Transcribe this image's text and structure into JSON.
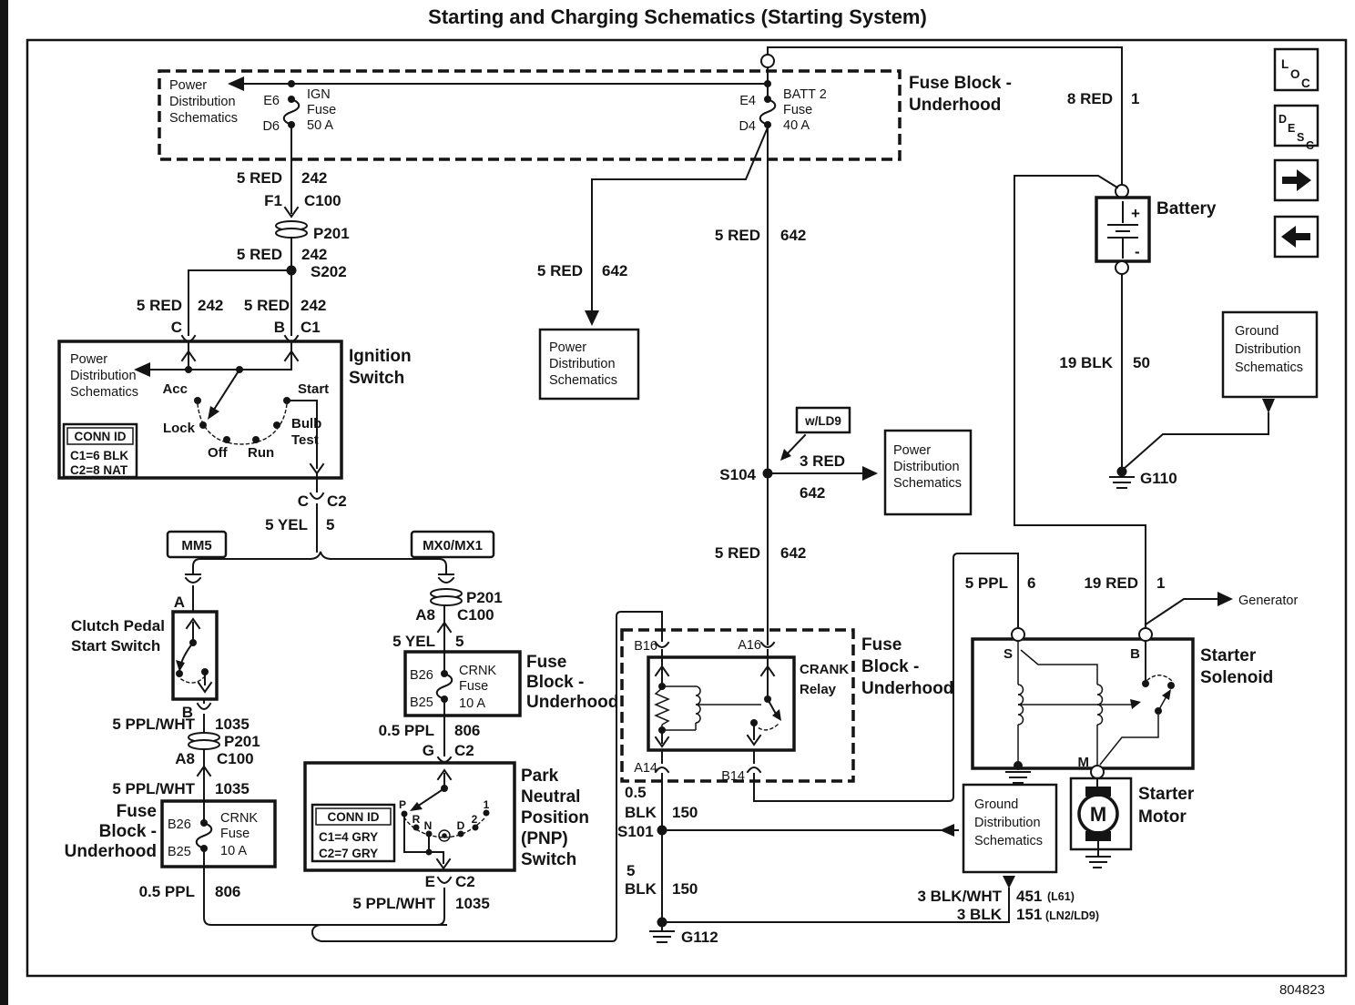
{
  "title": "Starting and Charging Schematics (Starting System)",
  "doc_number": "804823",
  "nav": {
    "l1": "L",
    "l2": "O",
    "l3": "C",
    "d1": "D",
    "d2": "E",
    "d3": "S",
    "d4": "C"
  },
  "s": {
    "power": "Power",
    "distribution": "Distribution",
    "schematics": "Schematics",
    "ground": "Ground",
    "fuse_block_dash": "Fuse Block -",
    "underhood": "Underhood",
    "fuse": "Fuse",
    "block_dash": "Block -",
    "e6": "E6",
    "d6": "D6",
    "ign": "IGN",
    "a50": "50 A",
    "e4": "E4",
    "d4": "D4",
    "batt2": "BATT 2",
    "a40": "40 A",
    "red5": "5 RED",
    "n242": "242",
    "f1": "F1",
    "c100": "C100",
    "p201": "P201",
    "s202": "S202",
    "tc": "C",
    "tb": "B",
    "tc1": "C1",
    "tc2": "C2",
    "ta": "A",
    "te": "E",
    "tg": "G",
    "ts": "S",
    "tm": "M",
    "ignition": "Ignition",
    "switch": "Switch",
    "acc": "Acc",
    "lock": "Lock",
    "off": "Off",
    "run": "Run",
    "start": "Start",
    "bulb": "Bulb",
    "test": "Test",
    "connid": "CONN ID",
    "c16blk": "C1=6 BLK",
    "c28nat": "C2=8 NAT",
    "c14gry": "C1=4 GRY",
    "c27gry": "C2=7 GRY",
    "yel5": "5 YEL",
    "n5": "5",
    "mm5": "MM5",
    "mx": "MX0/MX1",
    "clutch1": "Clutch Pedal",
    "clutch2": "Start Switch",
    "pplwht5": "5 PPL/WHT",
    "n1035": "1035",
    "a8": "A8",
    "b26": "B26",
    "b25": "B25",
    "crnk": "CRNK",
    "a10": "10 A",
    "ppl05": "0.5 PPL",
    "n806": "806",
    "park": "Park",
    "neutral": "Neutral",
    "position": "Position",
    "pnp": "(PNP)",
    "n642": "642",
    "s104": "S104",
    "wld9": "w/LD9",
    "red3": "3 RED",
    "b16": "B16",
    "a16": "A16",
    "a14": "A14",
    "b14": "B14",
    "crank": "CRANK",
    "relay": "Relay",
    "n05": "0.5",
    "blk": "BLK",
    "n150": "150",
    "s101": "S101",
    "g112": "G112",
    "red8": "8 RED",
    "n1": "1",
    "battery": "Battery",
    "plus": "+",
    "minus": "-",
    "blk19": "19 BLK",
    "n50": "50",
    "g110": "G110",
    "ppl5": "5 PPL",
    "n6": "6",
    "red19": "19 RED",
    "generator": "Generator",
    "starter": "Starter",
    "solenoid": "Solenoid",
    "motor": "Motor",
    "blkwht3": "3 BLK/WHT",
    "n451": "451",
    "l61": "(L61)",
    "blk3": "3 BLK",
    "n151": "151",
    "ln2": "(LN2/LD9)",
    "pP": "P",
    "pR": "R",
    "pN": "N",
    "pD": "D",
    "p2": "2",
    "p1": "1"
  }
}
